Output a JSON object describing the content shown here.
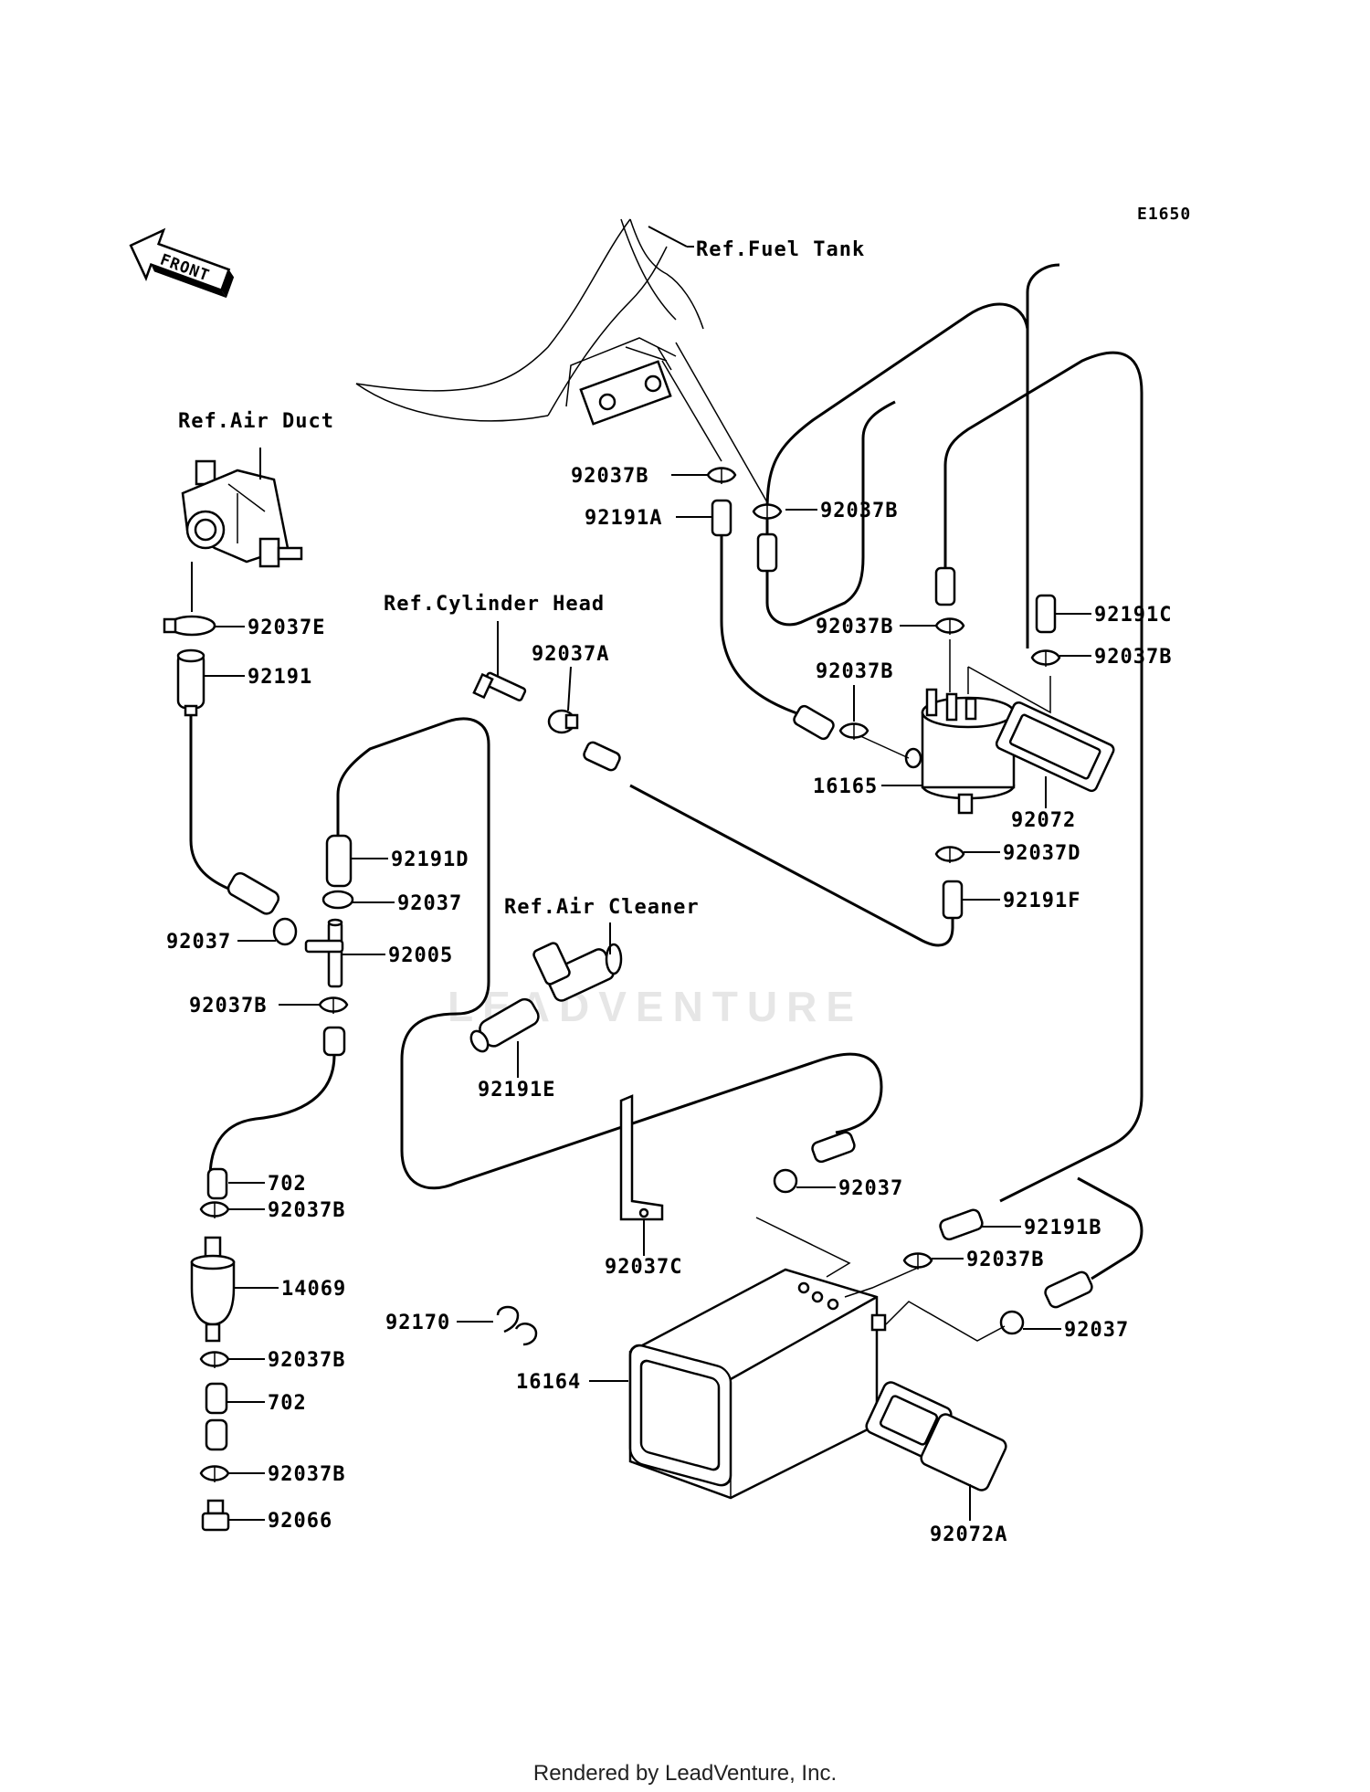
{
  "diagram_code": "E1650",
  "refs": {
    "fuel_tank": "Ref.Fuel Tank",
    "air_duct": "Ref.Air Duct",
    "cylinder_head": "Ref.Cylinder Head",
    "air_cleaner": "Ref.Air Cleaner"
  },
  "front_label": "FRONT",
  "watermark": "LEADVENTURE",
  "parts": {
    "p92037B_a": "92037B",
    "p92191A": "92191A",
    "p92037B_b": "92037B",
    "p92037B_c": "92037B",
    "p92191C": "92191C",
    "p92037B_d": "92037B",
    "p92037E": "92037E",
    "p92191": "92191",
    "p92037A": "92037A",
    "p92037B_e": "92037B",
    "p16165": "16165",
    "p92072": "92072",
    "p92191D": "92191D",
    "p92037D": "92037D",
    "p92037_a": "92037",
    "p92037_b": "92037",
    "p92005": "92005",
    "p92191F": "92191F",
    "p92037B_f": "92037B",
    "p92191E": "92191E",
    "p702_a": "702",
    "p92037B_g": "92037B",
    "p92037_c": "92037",
    "p92191B": "92191B",
    "p14069": "14069",
    "p92037B_h": "92037B",
    "p92037C": "92037C",
    "p92170": "92170",
    "p92037_d": "92037",
    "p16164": "16164",
    "p92037B_i": "92037B",
    "p702_b": "702",
    "p92037B_j": "92037B",
    "p92066": "92066",
    "p92072A": "92072A"
  },
  "footer": "Rendered by LeadVenture, Inc."
}
